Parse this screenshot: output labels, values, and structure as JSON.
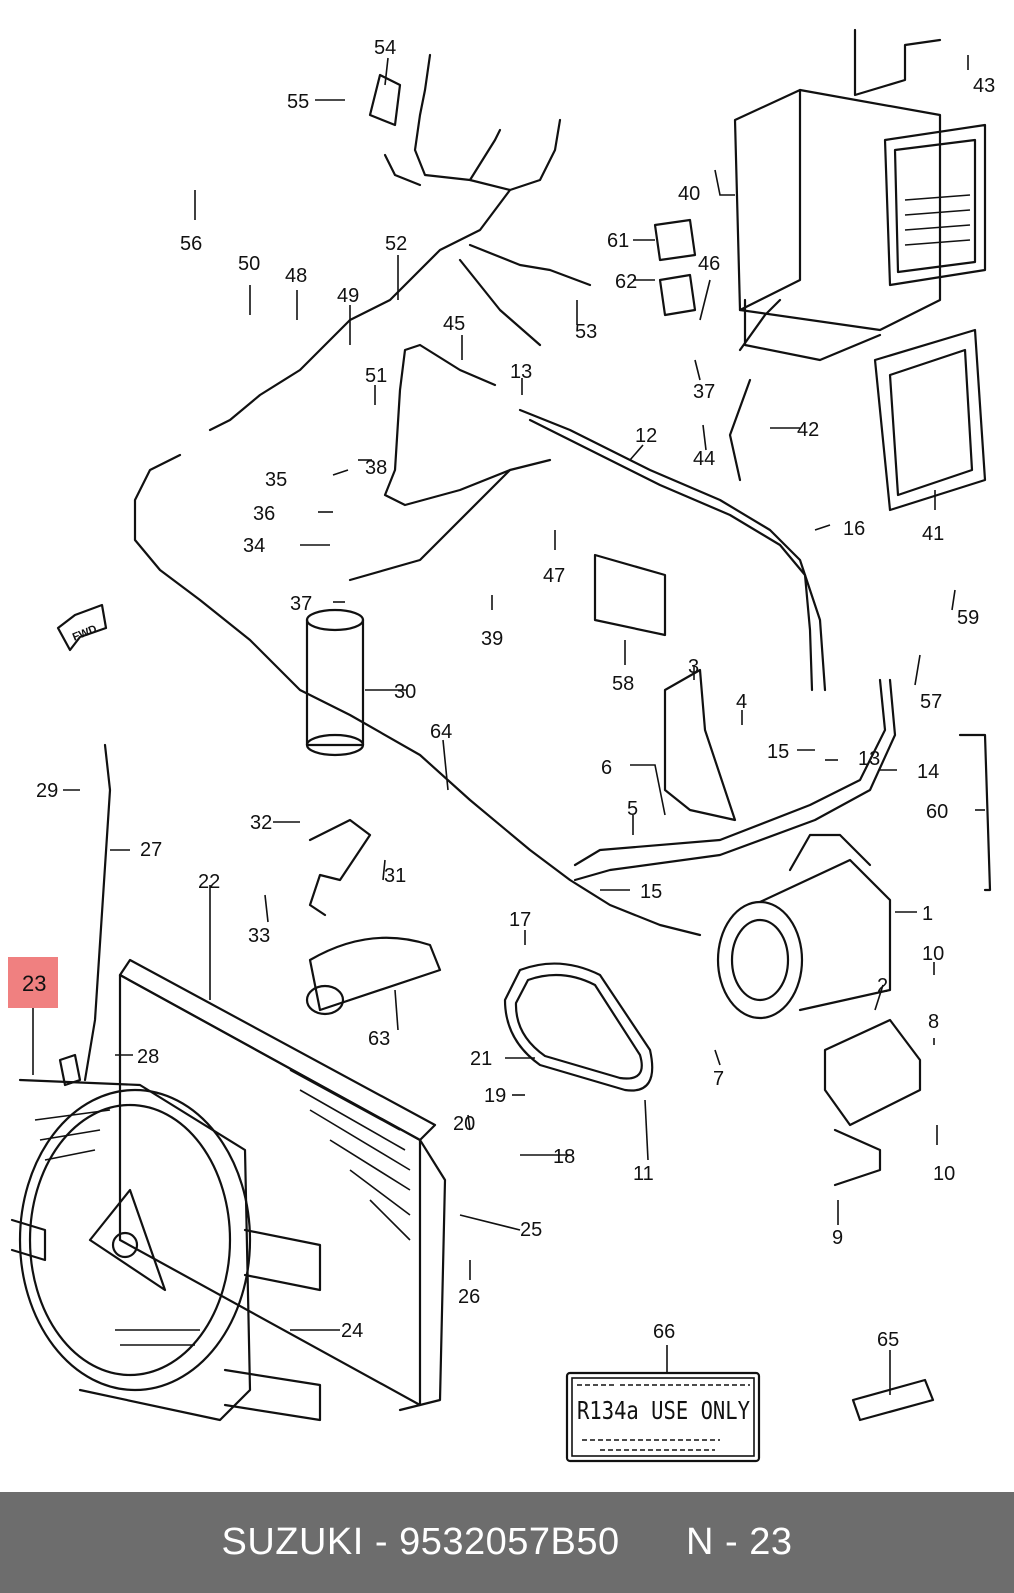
{
  "footer": {
    "brand": "SUZUKI",
    "separator": "-",
    "part_number": "9532057B50",
    "ref_label": "N - 23"
  },
  "highlight": {
    "label": "23",
    "color": "#f08080"
  },
  "orientation": {
    "fwd_label": "FWD"
  },
  "decal": {
    "text": "R134a USE ONLY"
  },
  "callouts": [
    "1",
    "2",
    "3",
    "4",
    "5",
    "6",
    "7",
    "8",
    "9",
    "10",
    "10",
    "11",
    "12",
    "13",
    "13",
    "14",
    "15",
    "15",
    "16",
    "17",
    "18",
    "19",
    "20",
    "21",
    "22",
    "24",
    "25",
    "26",
    "27",
    "28",
    "29",
    "30",
    "31",
    "32",
    "33",
    "34",
    "35",
    "36",
    "37",
    "37",
    "38",
    "39",
    "40",
    "41",
    "42",
    "43",
    "44",
    "45",
    "46",
    "47",
    "48",
    "49",
    "50",
    "51",
    "52",
    "53",
    "54",
    "55",
    "56",
    "57",
    "58",
    "59",
    "60",
    "61",
    "62",
    "63",
    "64",
    "65",
    "66"
  ]
}
